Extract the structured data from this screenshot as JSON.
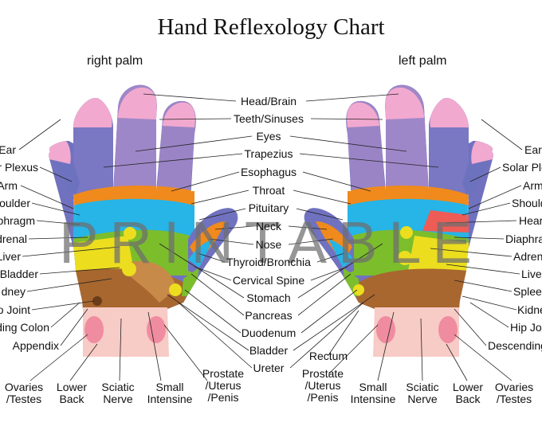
{
  "title": "Hand Reflexology Chart",
  "palms": {
    "right": "right palm",
    "left": "left palm"
  },
  "watermark": "PRINTABLE",
  "center_labels": [
    "Head/Brain",
    "Teeth/Sinuses",
    "Eyes",
    "Trapezius",
    "Esophagus",
    "Throat",
    "Pituitary",
    "Neck",
    "Nose",
    "Thyroid/Bronchia",
    "Cervical Spine",
    "Stomach",
    "Pancreas",
    "Duodenum",
    "Bladder",
    "Ureter"
  ],
  "right_side_labels": [
    "Ear",
    "r Plexus",
    "Arm",
    "oulder",
    "phragm",
    "drenal",
    "Liver",
    "Bladder",
    "dney",
    "o Joint",
    "ding Colon",
    "Appendix"
  ],
  "left_side_labels": [
    "Ear",
    "Solar Ple",
    "Arm",
    "Should",
    "Hear",
    "Diaphra",
    "Adren",
    "Live",
    "Splee",
    "Kidne",
    "Hip Jo",
    "Descending"
  ],
  "bottom_left": {
    "rectum": "Rectum",
    "prostate": [
      "Prostate",
      "/Uterus",
      "/Penis"
    ],
    "small": [
      "Small",
      "Intensine"
    ],
    "sciatic": [
      "Sciatic",
      "Nerve"
    ],
    "lower": [
      "Lower",
      "Back"
    ],
    "ovaries": [
      "Ovaries",
      "/Testes"
    ]
  },
  "bottom_right": {
    "ovaries": [
      "Ovaries",
      "/Testes"
    ],
    "lower": [
      "Lower",
      "Back"
    ],
    "sciatic": [
      "Sciatic",
      "Nerve"
    ],
    "small": [
      "Small",
      "Intensine"
    ],
    "prostate": [
      "Prostate",
      "/Uterus",
      "/Penis"
    ]
  },
  "colors": {
    "finger_purple": "#8f86c6",
    "finger_blue": "#6f79c0",
    "finger_tip": "#f2a9cf",
    "orange": "#f08a1c",
    "cyan": "#27b4e6",
    "green": "#7cbd2c",
    "yellow": "#ecde1e",
    "brown": "#a8672f",
    "wrist": "#f7cbc6",
    "wrist_spot": "#f08c9f"
  }
}
